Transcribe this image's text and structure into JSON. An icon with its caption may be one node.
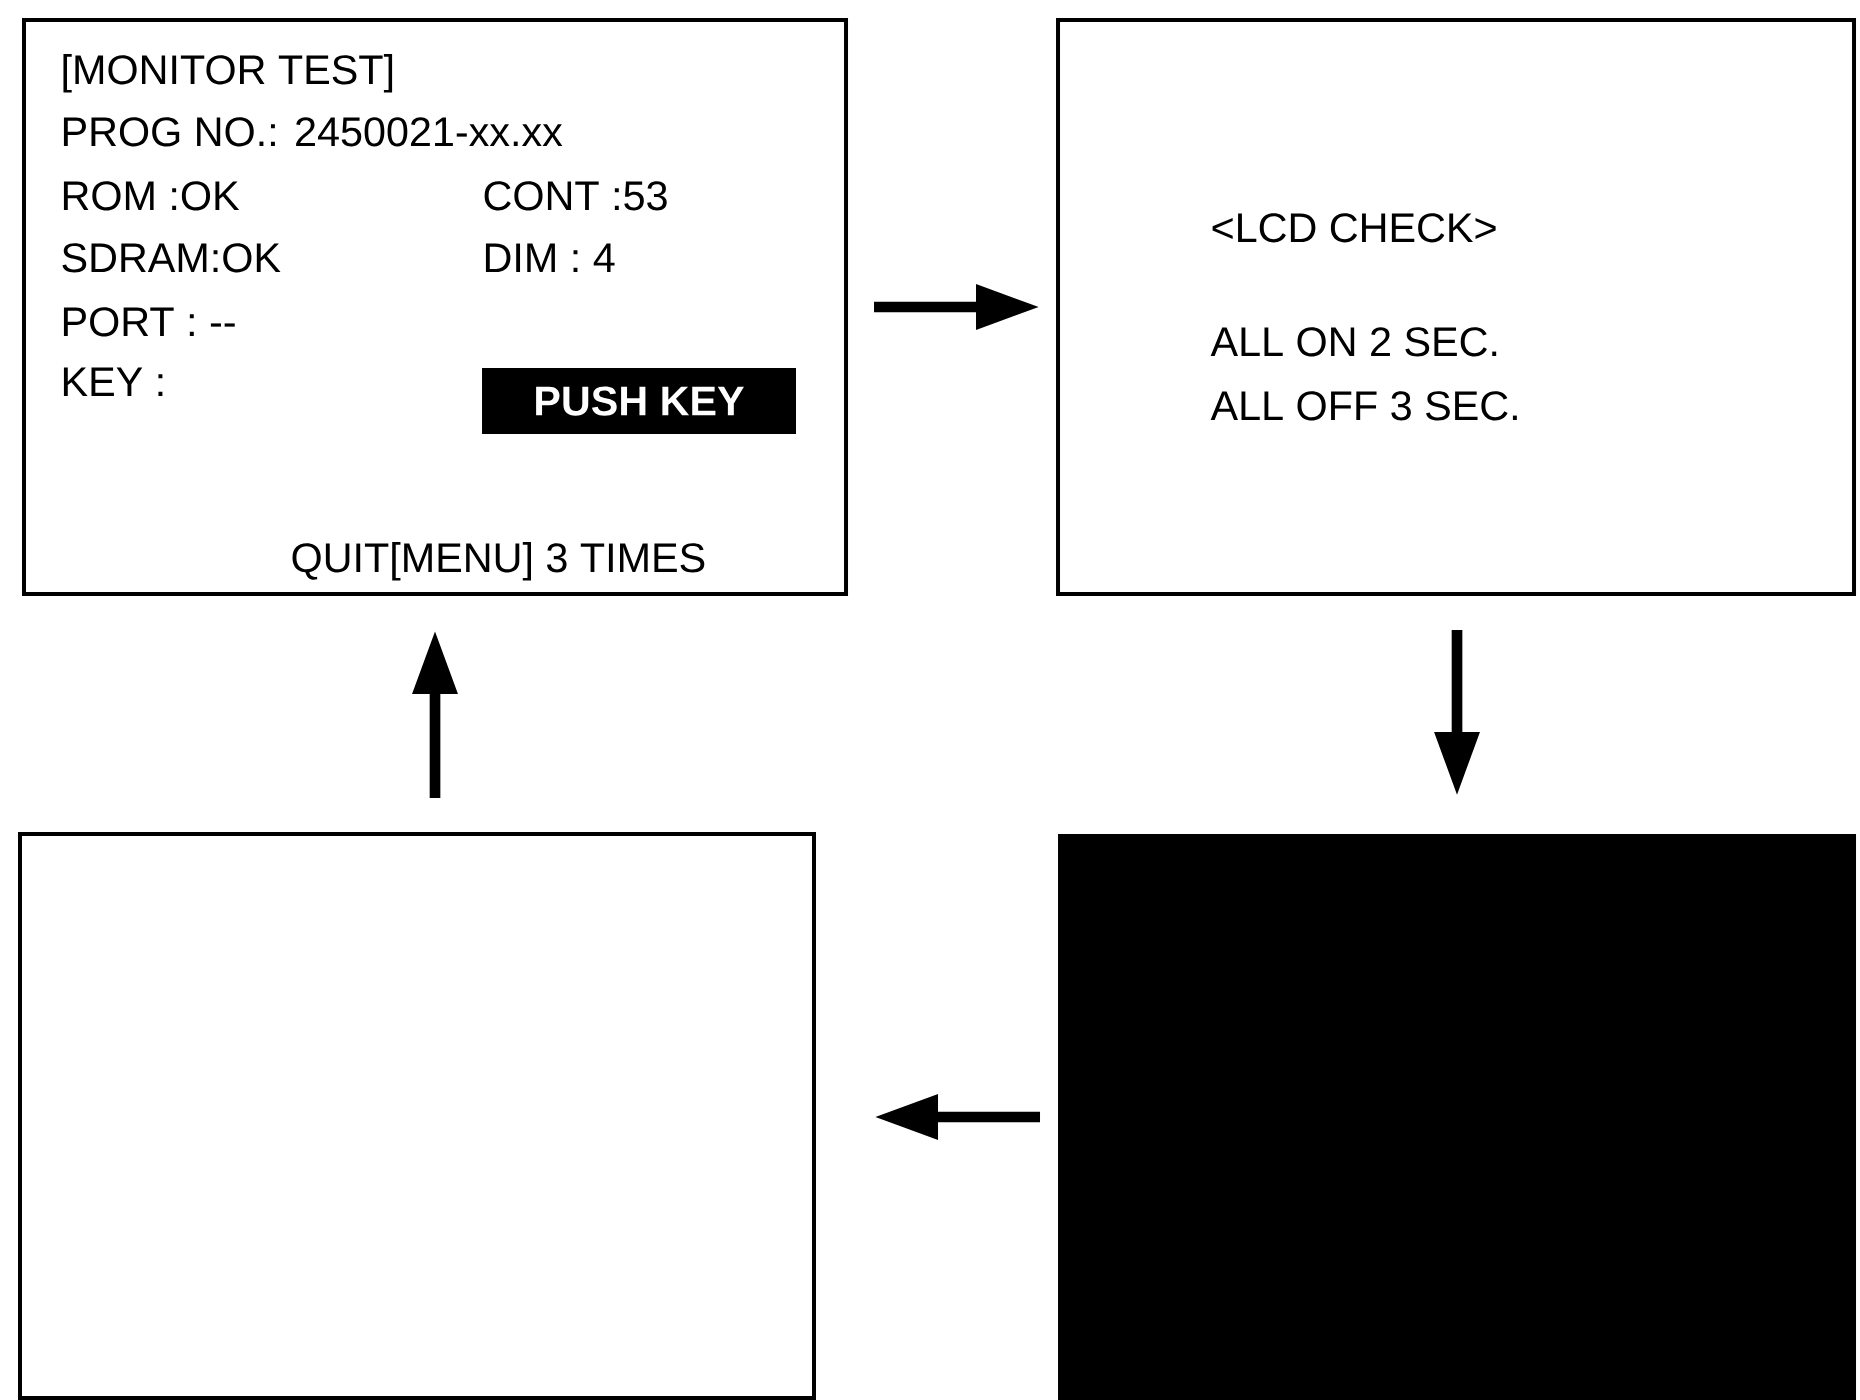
{
  "diagram": {
    "nodes": [
      {
        "text": [
          "[MONITOR TEST]",
          "PROG NO.: 2450021-xx.xx",
          "ROM :OK",
          "CONT :53",
          "SDRAM:OK",
          "DIM : 4",
          "PORT : --",
          "KEY :",
          "QUIT[MENU] 3 TIMES"
        ]
      },
      {
        "text": [
          "PUSH KEY"
        ],
        "in": 0
      },
      {
        "text": [
          "<LCD CHECK>",
          "ALL ON 2 SEC.",
          "ALL OFF 3 SEC."
        ]
      },
      {
        "text": [],
        "shape": "box"
      },
      {
        "text": [],
        "shape": "box"
      }
    ],
    "edges": [
      {
        "from": 0,
        "to": 2,
        "arrow": "to"
      },
      {
        "from": 2,
        "to": 4,
        "arrow": "to"
      },
      {
        "from": 4,
        "to": 3,
        "arrow": "to"
      },
      {
        "from": 3,
        "to": 0,
        "arrow": "to"
      }
    ]
  }
}
